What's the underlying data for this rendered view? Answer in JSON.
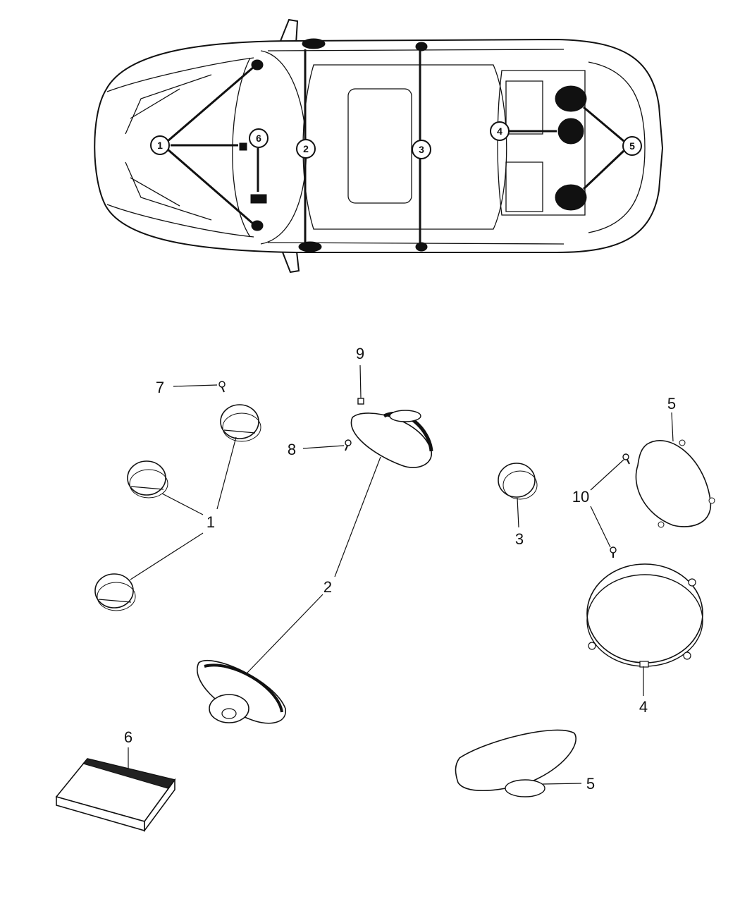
{
  "car_badges": [
    "1",
    "2",
    "3",
    "4",
    "5",
    "6"
  ],
  "parts": [
    {
      "id": "1",
      "label": "1"
    },
    {
      "id": "2",
      "label": "2"
    },
    {
      "id": "3",
      "label": "3"
    },
    {
      "id": "4",
      "label": "4"
    },
    {
      "id": "5a",
      "label": "5"
    },
    {
      "id": "5b",
      "label": "5"
    },
    {
      "id": "6",
      "label": "6"
    },
    {
      "id": "7",
      "label": "7"
    },
    {
      "id": "8",
      "label": "8"
    },
    {
      "id": "9",
      "label": "9"
    },
    {
      "id": "10",
      "label": "10"
    }
  ]
}
